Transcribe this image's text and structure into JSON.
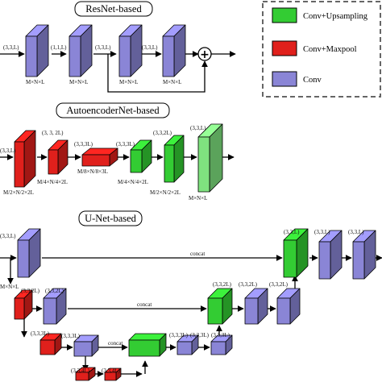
{
  "colors": {
    "conv": "#8a85d6",
    "maxpool": "#e0201c",
    "upsampling": "#33cc33",
    "upsampling_light": "#7fe27f"
  },
  "legend": {
    "upsampling": "Conv+Upsampling",
    "maxpool": "Conv+Maxpool",
    "conv": "Conv"
  },
  "resnet": {
    "title": "ResNet-based",
    "kernels": [
      "(3,3,L)",
      "(1,1,L)",
      "(3,3,L)",
      "(3,3,L)"
    ],
    "dims": [
      "M×N×L",
      "M×N×L",
      "M×N×L",
      "M×N×L"
    ],
    "sum_symbol": "+"
  },
  "autoencoder": {
    "title": "AutoencoderNet-based",
    "kernels": [
      "(3,3,L)",
      "(3, 3, 2L)",
      "(3,3,3L)",
      "(3,3,3L)",
      "(3,3,2L)",
      "(3,3,L)"
    ],
    "dims": [
      "M/2×N/2×2L",
      "M/4×N/4×2L",
      "M/8×N/8×3L",
      "M/4×N/4×2L",
      "M/2×N/2×2L",
      "M×N×L"
    ]
  },
  "unet": {
    "title": "U-Net-based",
    "concat_label": "concat",
    "kernels": {
      "top_left": "(3,3,L)",
      "top_right_a": "(3,3,L)",
      "top_right_b": "(3,3,L)",
      "top_right_c": "(3,3,L)",
      "l2_conv": "(3,3,2L)",
      "l2_pool": "(3,3,2L)",
      "l2_up": "(3,3,2L)",
      "l2_right_a": "(3,3,2L)",
      "l2_right_b": "(3,3,2L)",
      "l3_pool": "(3,3,3L)",
      "l3_conv": "(3,3,3L)",
      "l3_right_a": "(3,3,3L)",
      "l3_right_b": "(3,3,3L)",
      "l3_right_c": "(3,3,3L)",
      "l4_a": "(3,3,4L)",
      "l4_b": "(3,3,4L)"
    },
    "dims": {
      "top_left": "M×N×L"
    }
  }
}
